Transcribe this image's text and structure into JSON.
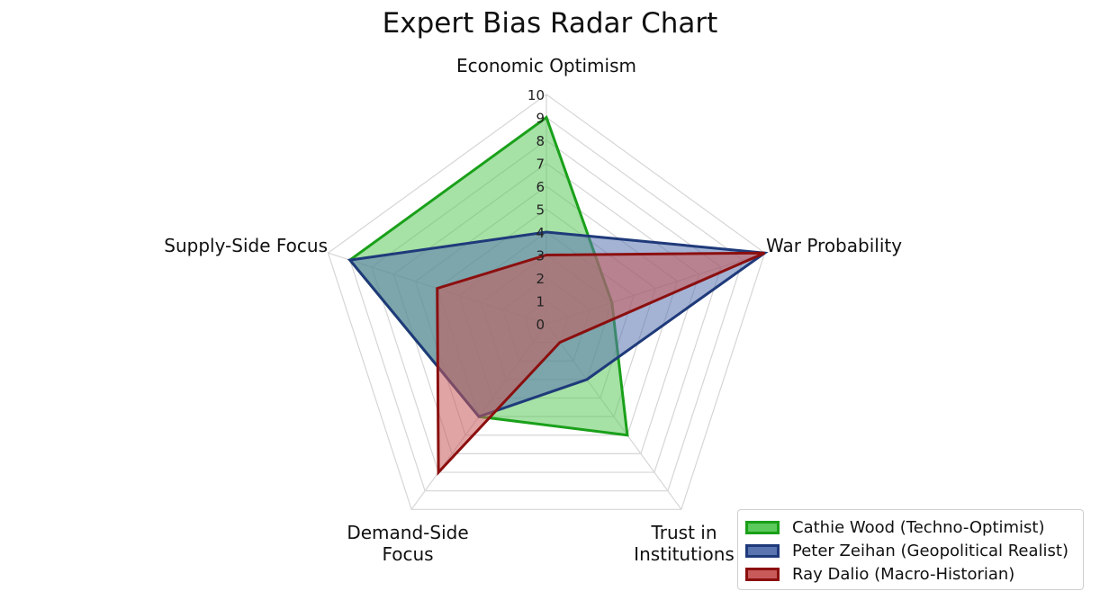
{
  "chart_data": {
    "type": "radar",
    "title": "Expert Bias Radar Chart",
    "axes": [
      [
        "Economic Optimism"
      ],
      [
        "War Probability"
      ],
      [
        "Trust in",
        "Institutions"
      ],
      [
        "Demand-Side",
        "Focus"
      ],
      [
        "Supply-Side Focus"
      ]
    ],
    "rlim": [
      0,
      10
    ],
    "ticks": [
      "0",
      "1",
      "2",
      "3",
      "4",
      "5",
      "6",
      "7",
      "8",
      "9",
      "10"
    ],
    "grid": true,
    "legend": "bottom-right",
    "series": [
      {
        "name": "Cathie Wood (Techno-Optimist)",
        "values": [
          9,
          3,
          6,
          5,
          9
        ],
        "color": "#1aa01a",
        "fill": "#5cc95c"
      },
      {
        "name": "Peter Zeihan (Geopolitical Realist)",
        "values": [
          4,
          10,
          3,
          5,
          9
        ],
        "color": "#1f3a7a",
        "fill": "#5a74b0"
      },
      {
        "name": "Ray Dalio (Macro-Historian)",
        "values": [
          3,
          10,
          1,
          8,
          5
        ],
        "color": "#8b0f0f",
        "fill": "#c85a5a"
      }
    ]
  }
}
